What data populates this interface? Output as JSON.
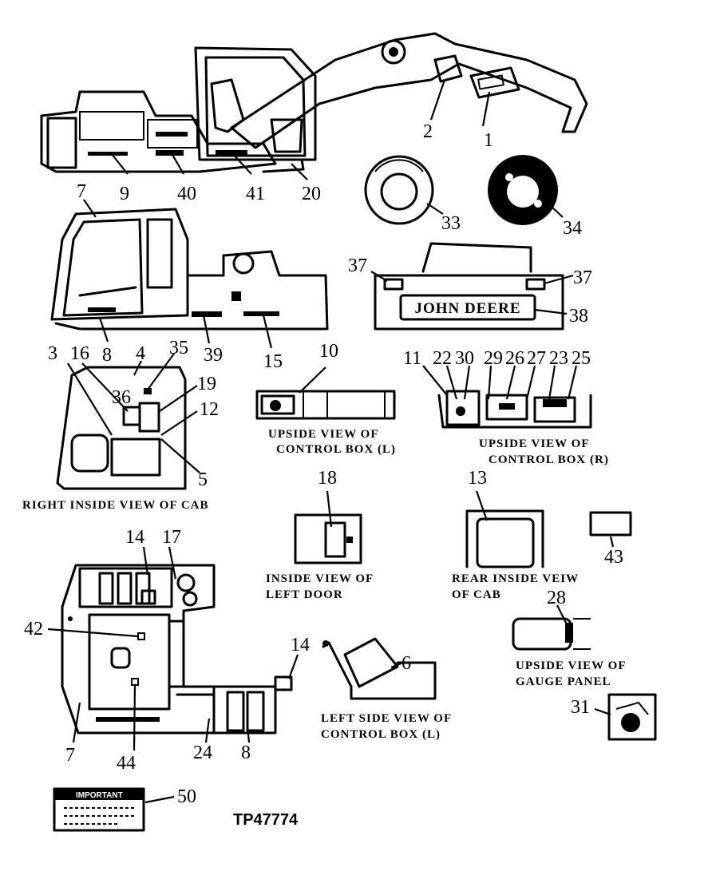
{
  "figure_id": "TP47774",
  "brand_decal_text": "JOHN DEERE",
  "important_decal_text": "IMPORTANT",
  "captions": {
    "right_inside_cab": "RIGHT INSIDE VIEW OF CAB",
    "control_box_l_1": "UPSIDE VIEW OF",
    "control_box_l_2": "CONTROL BOX (L)",
    "control_box_r_1": "UPSIDE VIEW OF",
    "control_box_r_2": "CONTROL BOX (R)",
    "left_door_1": "INSIDE VIEW OF",
    "left_door_2": "LEFT DOOR",
    "rear_cab_1": "REAR INSIDE VEIW",
    "rear_cab_2": "OF CAB",
    "gauge_panel_1": "UPSIDE VIEW OF",
    "gauge_panel_2": "GAUGE PANEL",
    "left_side_box_1": "LEFT SIDE VIEW OF",
    "left_side_box_2": "CONTROL BOX (L)"
  },
  "callouts": {
    "c1": "1",
    "c2": "2",
    "c9": "9",
    "c40": "40",
    "c41": "41",
    "c20": "20",
    "c33": "33",
    "c34": "34",
    "c7a": "7",
    "c8a": "8",
    "c39": "39",
    "c15": "15",
    "c37a": "37",
    "c37b": "37",
    "c38": "38",
    "c3": "3",
    "c16": "16",
    "c4": "4",
    "c35": "35",
    "c36": "36",
    "c19": "19",
    "c12": "12",
    "c5": "5",
    "c10": "10",
    "c11": "11",
    "c22": "22",
    "c30": "30",
    "c29": "29",
    "c26": "26",
    "c27": "27",
    "c23": "23",
    "c25": "25",
    "c18": "18",
    "c13": "13",
    "c43": "43",
    "c14a": "14",
    "c17": "17",
    "c42": "42",
    "c7b": "7",
    "c44": "44",
    "c24": "24",
    "c8b": "8",
    "c14b": "14",
    "c6": "6",
    "c28": "28",
    "c31": "31",
    "c50": "50"
  }
}
